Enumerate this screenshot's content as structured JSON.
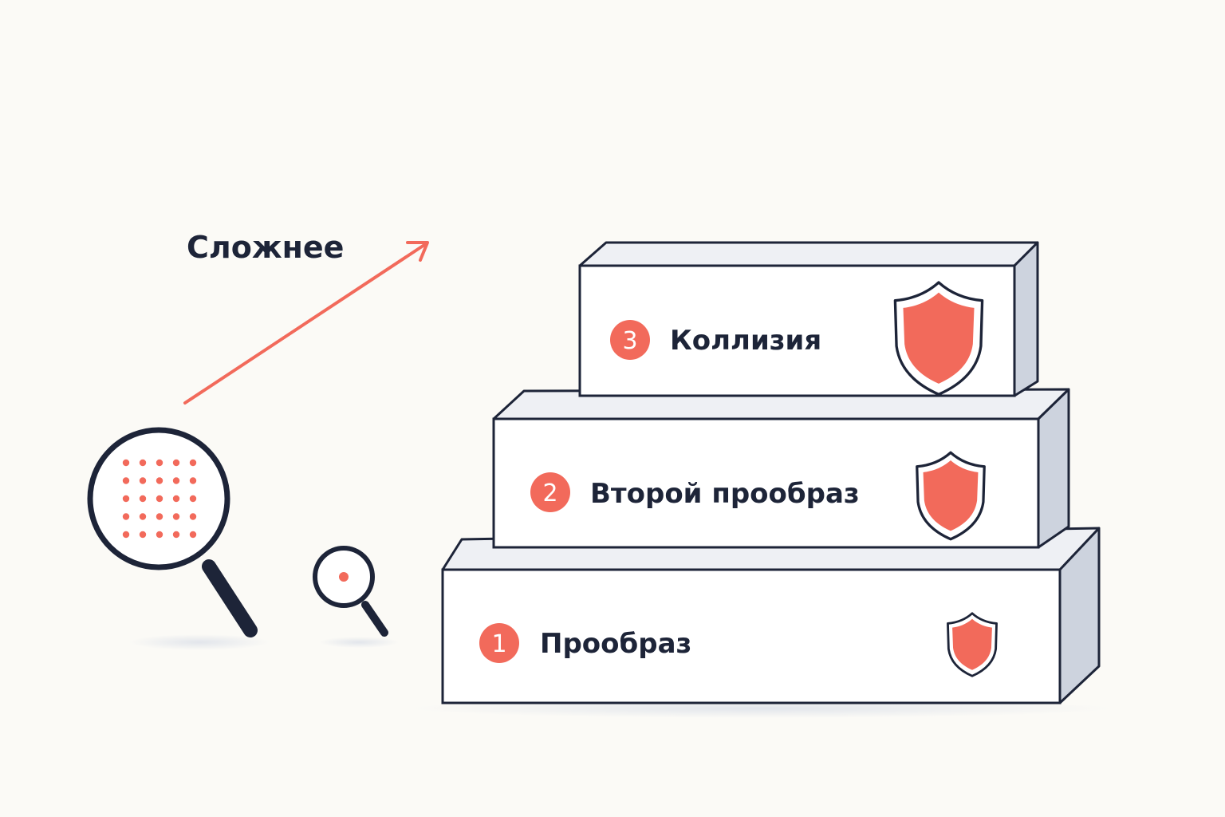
{
  "heading": {
    "text": "Сложнее"
  },
  "colors": {
    "background": "#fbfaf6",
    "ink": "#1d2438",
    "accent": "#f26a5b",
    "block_top": "#eef0f4",
    "block_side": "#cdd3de",
    "block_front": "#ffffff"
  },
  "levels": [
    {
      "number": "1",
      "label": "Прообраз",
      "icon": "shield-icon"
    },
    {
      "number": "2",
      "label": "Второй прообраз",
      "icon": "shield-icon"
    },
    {
      "number": "3",
      "label": "Коллизия",
      "icon": "shield-icon"
    }
  ],
  "tools": [
    {
      "icon": "magnifier-icon",
      "size": "large"
    },
    {
      "icon": "magnifier-icon",
      "size": "small"
    }
  ]
}
